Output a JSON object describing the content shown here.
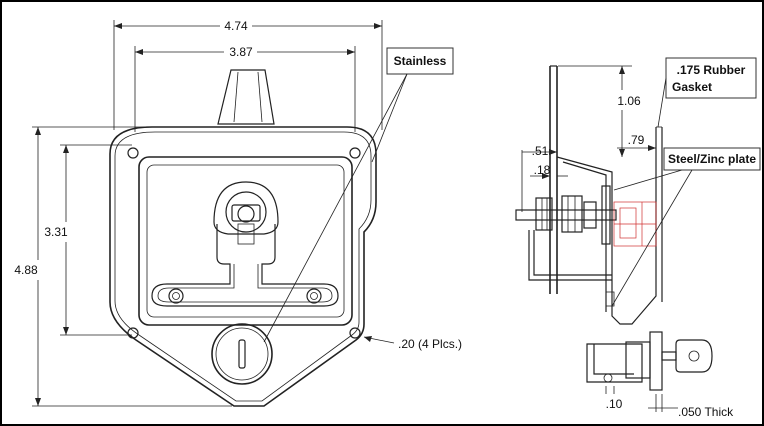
{
  "front_view": {
    "dims": {
      "overall_width": "4.74",
      "inner_width": "3.87",
      "inner_height": "3.31",
      "overall_height": "4.88",
      "hole_size": ".20 (4 Plcs.)"
    },
    "callout_material": "Stainless"
  },
  "side_view": {
    "dims": {
      "d_106": "1.06",
      "d_079": ".79",
      "d_051": ".51",
      "d_018": ".18",
      "d_010": ".10",
      "thickness": ".050 Thick"
    },
    "callout_gasket_line1": ".175 Rubber",
    "callout_gasket_line2": "Gasket",
    "callout_plate": "Steel/Zinc plate"
  }
}
